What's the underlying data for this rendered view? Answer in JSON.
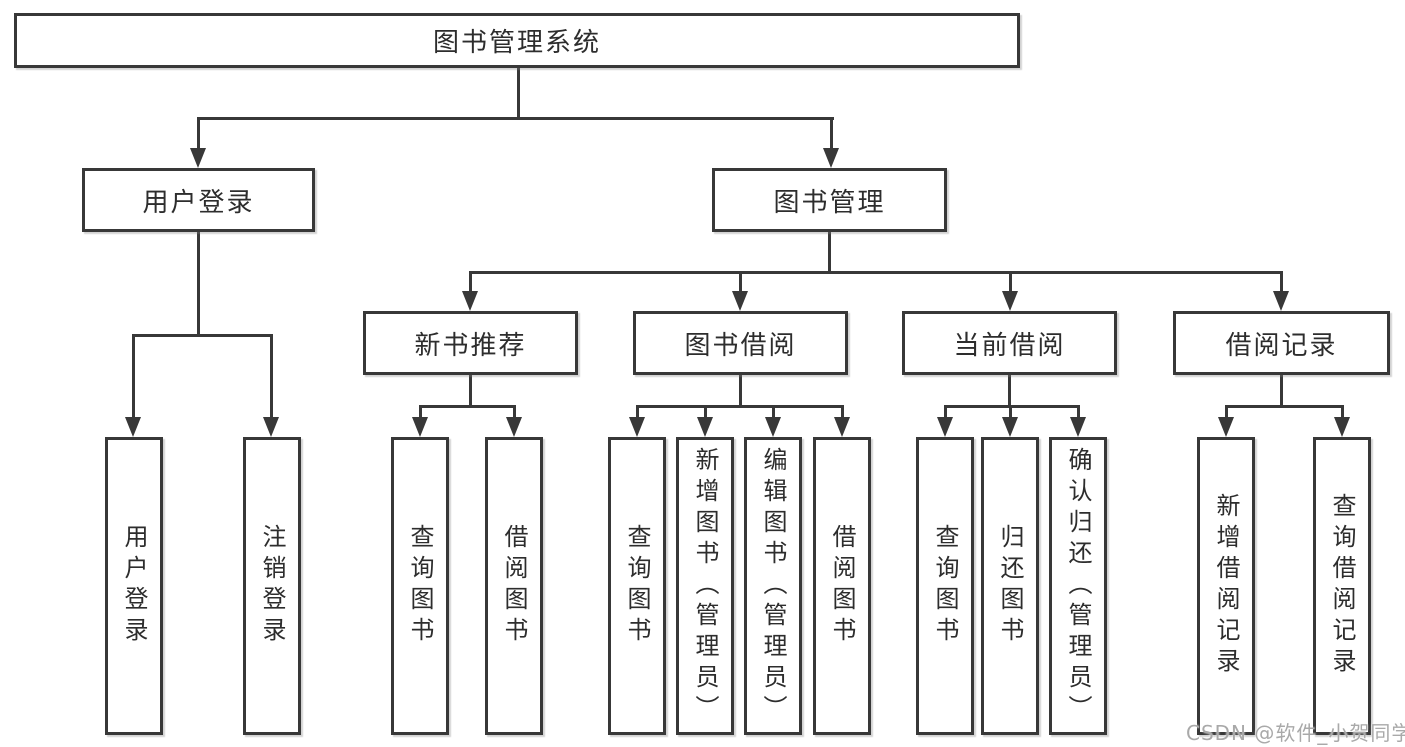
{
  "diagram_title": "图书管理系统",
  "tree": {
    "root": "图书管理系统",
    "children": [
      {
        "label": "用户登录",
        "children": [
          "用户登录",
          "注销登录"
        ]
      },
      {
        "label": "图书管理",
        "children": [
          {
            "label": "新书推荐",
            "children": [
              "查询图书",
              "借阅图书"
            ]
          },
          {
            "label": "图书借阅",
            "children": [
              "查询图书",
              "新增图书（管理员）",
              "编辑图书（管理员）",
              "借阅图书"
            ]
          },
          {
            "label": "当前借阅",
            "children": [
              "查询图书",
              "归还图书",
              "确认归还（管理员）"
            ]
          },
          {
            "label": "借阅记录",
            "children": [
              "新增借阅记录",
              "查询借阅记录"
            ]
          }
        ]
      }
    ]
  },
  "watermark": {
    "text": "CSDN @软件_小贺同学",
    "color": "#a9a9a9"
  },
  "colors": {
    "line": "#383838",
    "box_border": "#383838",
    "box_fill": "#ffffff",
    "text": "#2d2d2d",
    "background": "#ffffff"
  }
}
